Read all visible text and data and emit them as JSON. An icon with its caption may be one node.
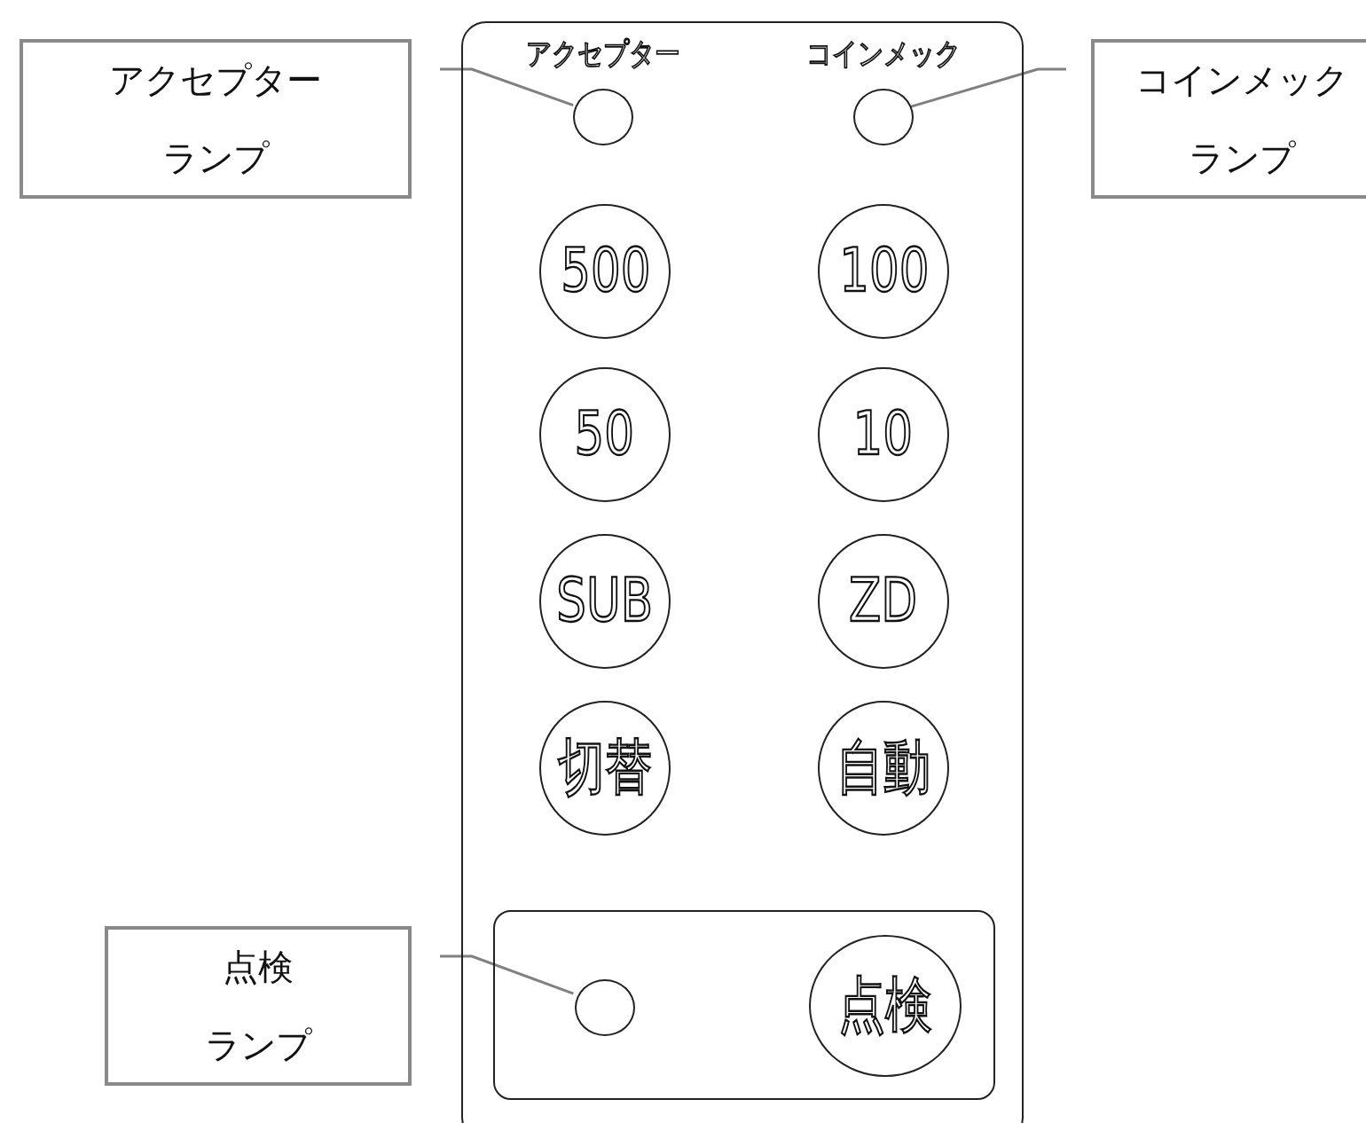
{
  "diagram": {
    "nodes": [
      {
        "text": [
          "アクセプターランプ"
        ]
      },
      {
        "text": [
          "コインメックランプ"
        ]
      },
      {
        "text": [
          "点検ランプ"
        ]
      },
      {
        "text": [],
        "shape": "box"
      },
      {
        "text": [],
        "shape": "circle",
        "in": 3,
        "beside": [
          "アクセプター"
        ]
      },
      {
        "text": [],
        "shape": "circle",
        "in": 3,
        "beside": [
          "コインメック"
        ]
      },
      {
        "text": [
          "500"
        ],
        "in": 3
      },
      {
        "text": [
          "100"
        ],
        "in": 3
      },
      {
        "text": [
          "50"
        ],
        "in": 3
      },
      {
        "text": [
          "10"
        ],
        "in": 3
      },
      {
        "text": [
          "SUB"
        ],
        "in": 3
      },
      {
        "text": [
          "ZD"
        ],
        "in": 3
      },
      {
        "text": [
          "切替"
        ],
        "in": 3
      },
      {
        "text": [
          "自動"
        ],
        "in": 3
      },
      {
        "text": [],
        "shape": "box",
        "in": 3
      },
      {
        "text": [],
        "shape": "circle",
        "in": 14
      },
      {
        "text": [
          "点検"
        ],
        "in": 14
      }
    ],
    "edges": [
      {
        "from": 0,
        "to": 4,
        "arrow": "none"
      },
      {
        "from": 1,
        "to": 5,
        "arrow": "none"
      },
      {
        "from": 2,
        "to": 15,
        "arrow": "none"
      }
    ]
  }
}
